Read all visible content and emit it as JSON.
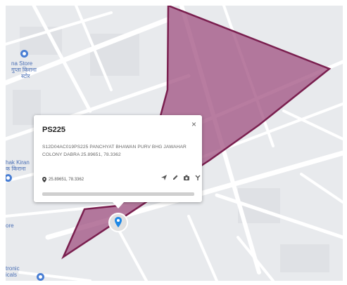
{
  "map": {
    "background_color": "#e8eaed",
    "road_color": "#ffffff",
    "polygon_fill": "#a05080",
    "polygon_stroke": "#7a1f4f",
    "labels": {
      "store_line1": "na Store",
      "store_line2": "गुप्ता किराना",
      "store_line3": "स्टोर",
      "kiran_line1": "hak Kiran",
      "kiran_line2": "क किराना",
      "left_partial": "ore",
      "tronic_line1": "tronic",
      "tronic_line2": "icals"
    }
  },
  "popup": {
    "title": "PS225",
    "close_symbol": "×",
    "address": "S12D04AC019PS225 PANCHYAT BHAWAN PURV BHG JAWAHAR COLONY DABRA 25.89651, 78.3362",
    "coordinates": "25.89651, 78.3362",
    "tools": [
      "navigation-icon",
      "edit-icon",
      "camera-icon",
      "route-icon"
    ]
  },
  "marker": {
    "icon": "location-pin-icon",
    "color": "#1e88e5"
  }
}
